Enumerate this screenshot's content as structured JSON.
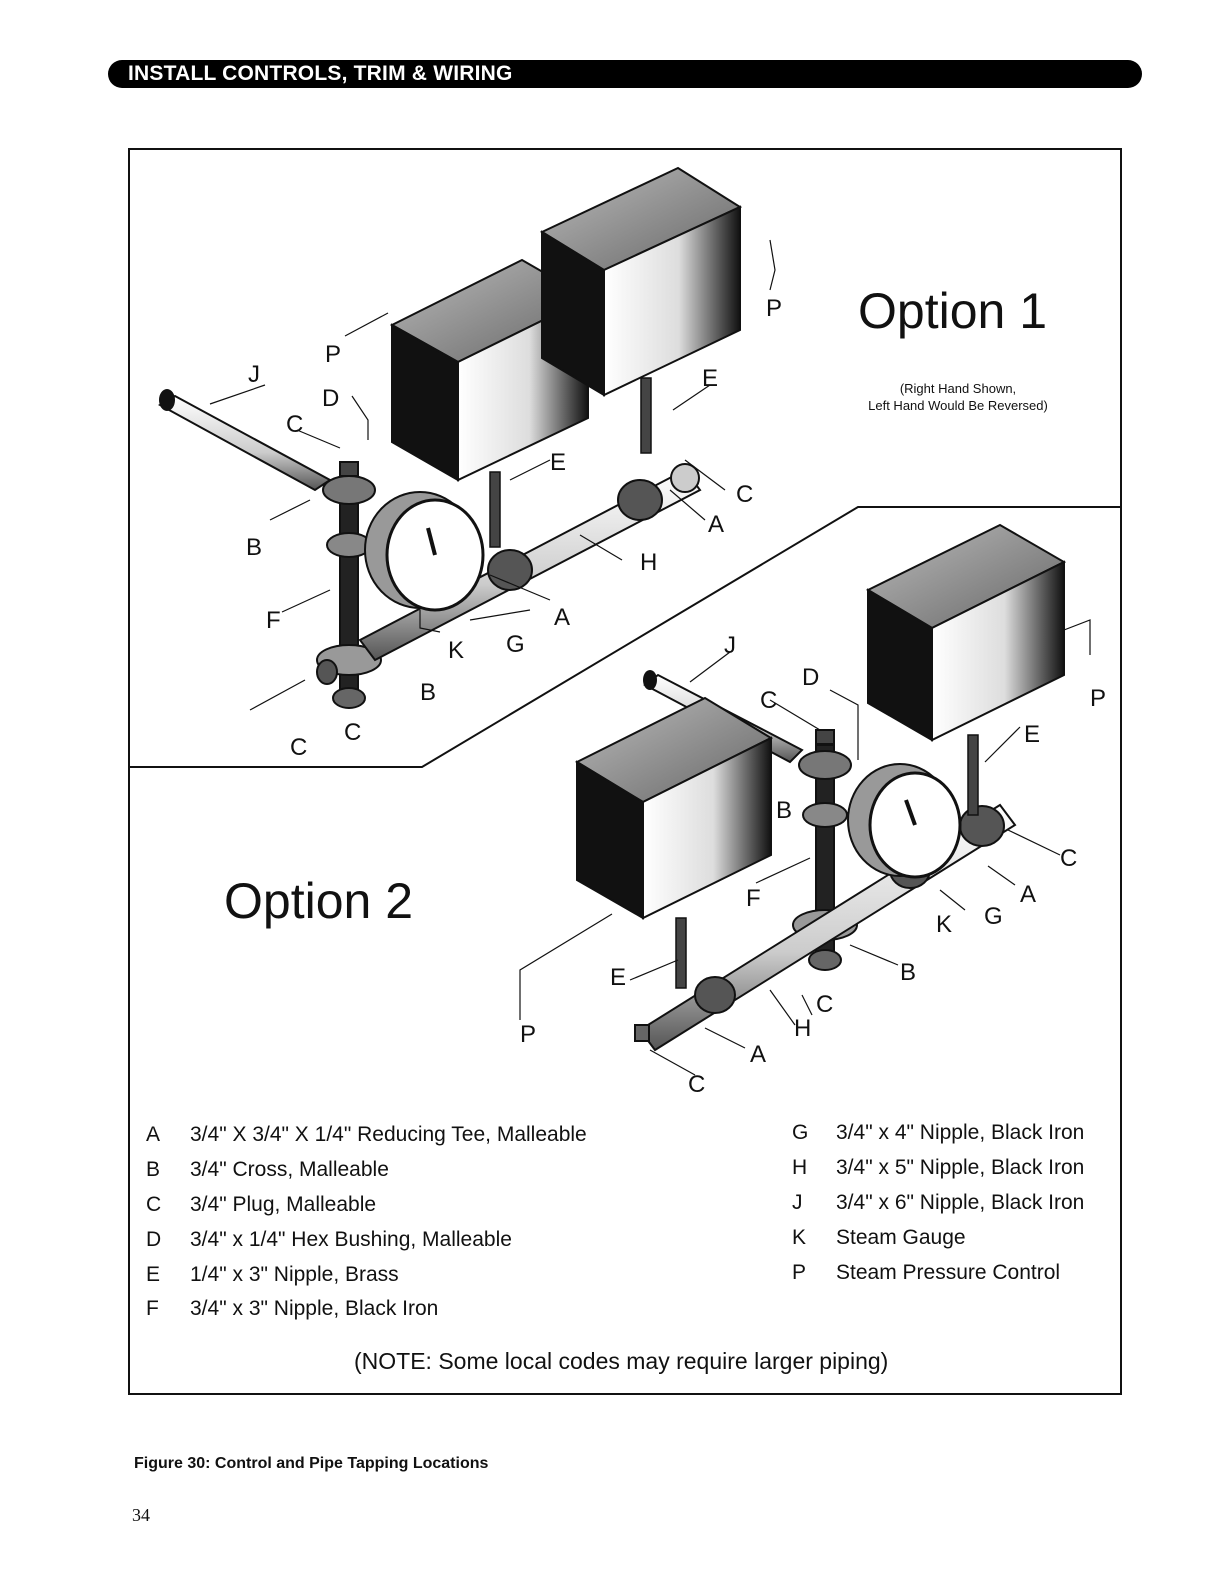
{
  "header": {
    "title": "INSTALL CONTROLS, TRIM & WIRING"
  },
  "option1": {
    "title": "Option 1",
    "note_line1": "(Right Hand Shown,",
    "note_line2": "Left Hand Would Be Reversed)"
  },
  "option2": {
    "title": "Option 2"
  },
  "legend_left": [
    {
      "key": "A",
      "text": "3/4\" X 3/4\" X 1/4\" Reducing Tee, Malleable"
    },
    {
      "key": "B",
      "text": "3/4\" Cross, Malleable"
    },
    {
      "key": "C",
      "text": "3/4\" Plug, Malleable"
    },
    {
      "key": "D",
      "text": "3/4\" x 1/4\" Hex Bushing, Malleable"
    },
    {
      "key": "E",
      "text": "1/4\" x 3\" Nipple, Brass"
    },
    {
      "key": "F",
      "text": "3/4\" x 3\" Nipple, Black Iron"
    }
  ],
  "legend_right": [
    {
      "key": "G",
      "text": "3/4\" x 4\" Nipple, Black Iron"
    },
    {
      "key": "H",
      "text": "3/4\" x 5\" Nipple, Black Iron"
    },
    {
      "key": "J",
      "text": "3/4\" x 6\" Nipple, Black Iron"
    },
    {
      "key": "K",
      "text": "Steam Gauge"
    },
    {
      "key": "P",
      "text": "Steam Pressure Control"
    }
  ],
  "note": "(NOTE:  Some local codes may require larger piping)",
  "caption": "Figure 30: Control and Pipe Tapping Locations",
  "page_number": "34",
  "diagram_labels": {
    "a": "A",
    "b": "B",
    "c": "C",
    "d": "D",
    "e": "E",
    "f": "F",
    "g": "G",
    "h": "H",
    "j": "J",
    "k": "K",
    "p": "P"
  }
}
